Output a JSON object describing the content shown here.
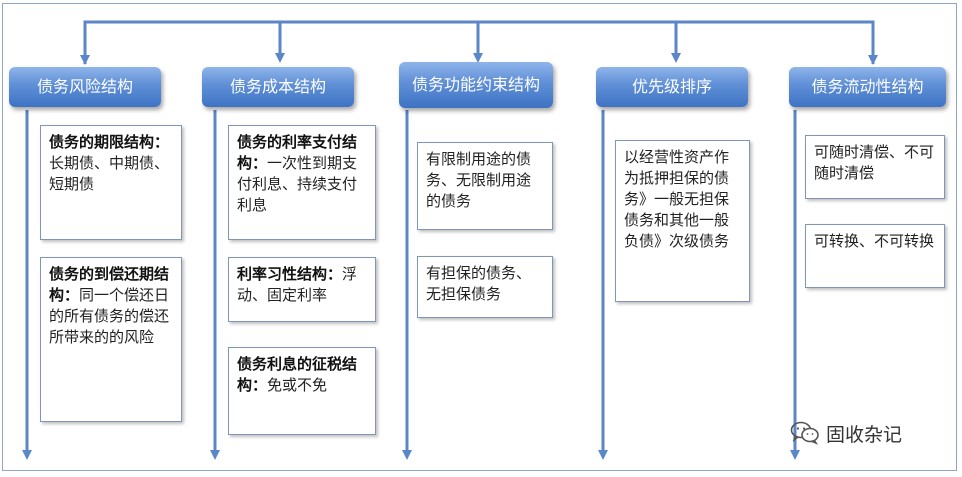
{
  "colors": {
    "header_top": "#8fb4ea",
    "header_bottom": "#3e73c4",
    "line": "#5b86c7",
    "border": "#7f96b8"
  },
  "columns": [
    {
      "header": "债务风险结构",
      "boxes": [
        {
          "bold": "债务的期限结构：",
          "text": "长期债、中期债、短期债"
        },
        {
          "bold": "债务的到偿还期结构：",
          "text": "同一个偿还日的所有债务的偿还所带来的的风险"
        }
      ]
    },
    {
      "header": "债务成本结构",
      "boxes": [
        {
          "bold": "债务的利率支付结构：",
          "text": "一次性到期支付利息、持续支付利息"
        },
        {
          "bold": "利率习性结构：",
          "text": "浮动、固定利率"
        },
        {
          "bold": "债务利息的征税结构：",
          "text": "免或不免"
        }
      ]
    },
    {
      "header": "债务功能约束结构",
      "boxes": [
        {
          "bold": "",
          "text": "有限制用途的债务、无限制用途的债务"
        },
        {
          "bold": "",
          "text": "有担保的债务、无担保债务"
        }
      ]
    },
    {
      "header": "优先级排序",
      "boxes": [
        {
          "bold": "",
          "text": "以经营性资产作为抵押担保的债务》一般无担保债务和其他一般负债》次级债务"
        }
      ]
    },
    {
      "header": "债务流动性结构",
      "boxes": [
        {
          "bold": "",
          "text": "可随时清偿、不可随时清偿"
        },
        {
          "bold": "",
          "text": "可转换、不可转换"
        }
      ]
    }
  ],
  "watermark": {
    "icon": "wechat-icon",
    "text": "固收杂记"
  }
}
